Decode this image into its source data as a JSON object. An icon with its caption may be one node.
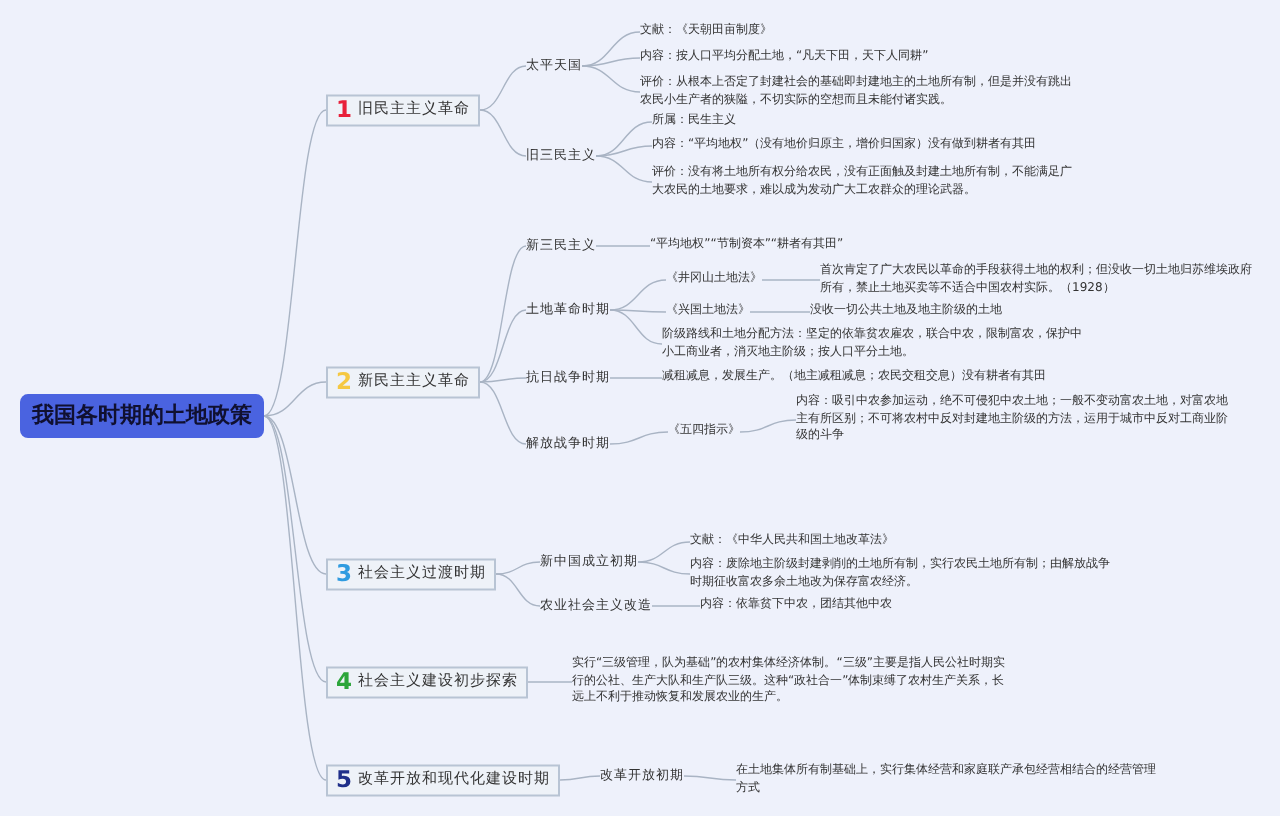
{
  "diagram": {
    "nodes": [
      {
        "text": [
          "我国各时期的土地政策"
        ]
      },
      {
        "text": [
          "1",
          "旧民主主义革命"
        ]
      },
      {
        "text": [
          "太平天国"
        ]
      },
      {
        "text": [
          "文献：《天朝田亩制度》"
        ]
      },
      {
        "text": [
          "内容：按人口平均分配土地，“凡天下田，天下人同耕”"
        ]
      },
      {
        "text": [
          "评价：从根本上否定了封建社会的基础即封建地主的土地所有制，但是并没有跳出农民小生产者的狭隘，不切实际的空想而且未能付诸实践。"
        ]
      },
      {
        "text": [
          "旧三民主义"
        ]
      },
      {
        "text": [
          "所属：民生主义"
        ]
      },
      {
        "text": [
          "内容：“平均地权”（没有地价归原主，增价归国家）没有做到耕者有其田"
        ]
      },
      {
        "text": [
          "评价：没有将土地所有权分给农民，没有正面触及封建土地所有制，不能满足广大农民的土地要求，难以成为发动广大工农群众的理论武器。"
        ]
      },
      {
        "text": [
          "2",
          "新民主主义革命"
        ]
      },
      {
        "text": [
          "新三民主义"
        ]
      },
      {
        "text": [
          "“平均地权”“节制资本”“耕者有其田”"
        ]
      },
      {
        "text": [
          "土地革命时期"
        ]
      },
      {
        "text": [
          "《井冈山土地法》"
        ]
      },
      {
        "text": [
          "首次肯定了广大农民以革命的手段获得土地的权利；但没收一切土地归苏维埃政府所有，禁止土地买卖等不适合中国农村实际。（1928）"
        ]
      },
      {
        "text": [
          "《兴国土地法》"
        ]
      },
      {
        "text": [
          "没收一切公共土地及地主阶级的土地"
        ]
      },
      {
        "text": [
          "阶级路线和土地分配方法：坚定的依靠贫农雇农，联合中农，限制富农，保护中小工商业者，消灭地主阶级；按人口平分土地。"
        ]
      },
      {
        "text": [
          "抗日战争时期"
        ]
      },
      {
        "text": [
          "减租减息，发展生产。（地主减租减息；农民交租交息）没有耕者有其田"
        ]
      },
      {
        "text": [
          "解放战争时期"
        ]
      },
      {
        "text": [
          "《五四指示》"
        ]
      },
      {
        "text": [
          "内容：吸引中农参加运动，绝不可侵犯中农土地；一般不变动富农土地，对富农地主有所区别；不可将农村中反对封建地主阶级的方法，运用于城市中反对工商业阶级的斗争"
        ]
      },
      {
        "text": [
          "3",
          "社会主义过渡时期"
        ]
      },
      {
        "text": [
          "新中国成立初期"
        ]
      },
      {
        "text": [
          "文献：《中华人民共和国土地改革法》"
        ]
      },
      {
        "text": [
          "内容：废除地主阶级封建剥削的土地所有制，实行农民土地所有制；由解放战争时期征收富农多余土地改为保存富农经济。"
        ]
      },
      {
        "text": [
          "农业社会主义改造"
        ]
      },
      {
        "text": [
          "内容：依靠贫下中农，团结其他中农"
        ]
      },
      {
        "text": [
          "4",
          "社会主义建设初步探索"
        ]
      },
      {
        "text": [
          "实行“三级管理，队为基础”的农村集体经济体制。“三级”主要是指人民公社时期实行的公社、生产大队和生产队三级。这种“政社合一”体制束缚了农村生产关系，长远上不利于推动恢复和发展农业的生产。"
        ]
      },
      {
        "text": [
          "5",
          "改革开放和现代化建设时期"
        ]
      },
      {
        "text": [
          "改革开放初期"
        ]
      },
      {
        "text": [
          "在土地集体所有制基础上，实行集体经营和家庭联产承包经营相结合的经营管理方式"
        ]
      }
    ],
    "edges": [
      {
        "from": 0,
        "to": 1,
        "arrow": "none"
      },
      {
        "from": 0,
        "to": 10,
        "arrow": "none"
      },
      {
        "from": 0,
        "to": 24,
        "arrow": "none"
      },
      {
        "from": 0,
        "to": 30,
        "arrow": "none"
      },
      {
        "from": 0,
        "to": 32,
        "arrow": "none"
      },
      {
        "from": 1,
        "to": 2,
        "arrow": "none"
      },
      {
        "from": 1,
        "to": 6,
        "arrow": "none"
      },
      {
        "from": 2,
        "to": 3,
        "arrow": "none"
      },
      {
        "from": 2,
        "to": 4,
        "arrow": "none"
      },
      {
        "from": 2,
        "to": 5,
        "arrow": "none"
      },
      {
        "from": 6,
        "to": 7,
        "arrow": "none"
      },
      {
        "from": 6,
        "to": 8,
        "arrow": "none"
      },
      {
        "from": 6,
        "to": 9,
        "arrow": "none"
      },
      {
        "from": 10,
        "to": 11,
        "arrow": "none"
      },
      {
        "from": 10,
        "to": 13,
        "arrow": "none"
      },
      {
        "from": 10,
        "to": 19,
        "arrow": "none"
      },
      {
        "from": 10,
        "to": 21,
        "arrow": "none"
      },
      {
        "from": 11,
        "to": 12,
        "arrow": "none"
      },
      {
        "from": 13,
        "to": 14,
        "arrow": "none"
      },
      {
        "from": 13,
        "to": 16,
        "arrow": "none"
      },
      {
        "from": 13,
        "to": 18,
        "arrow": "none"
      },
      {
        "from": 14,
        "to": 15,
        "arrow": "none"
      },
      {
        "from": 16,
        "to": 17,
        "arrow": "none"
      },
      {
        "from": 19,
        "to": 20,
        "arrow": "none"
      },
      {
        "from": 21,
        "to": 22,
        "arrow": "none"
      },
      {
        "from": 22,
        "to": 23,
        "arrow": "none"
      },
      {
        "from": 24,
        "to": 25,
        "arrow": "none"
      },
      {
        "from": 24,
        "to": 28,
        "arrow": "none"
      },
      {
        "from": 25,
        "to": 26,
        "arrow": "none"
      },
      {
        "from": 25,
        "to": 27,
        "arrow": "none"
      },
      {
        "from": 28,
        "to": 29,
        "arrow": "none"
      },
      {
        "from": 30,
        "to": 31,
        "arrow": "none"
      },
      {
        "from": 32,
        "to": 33,
        "arrow": "none"
      },
      {
        "from": 33,
        "to": 34,
        "arrow": "none"
      }
    ]
  }
}
